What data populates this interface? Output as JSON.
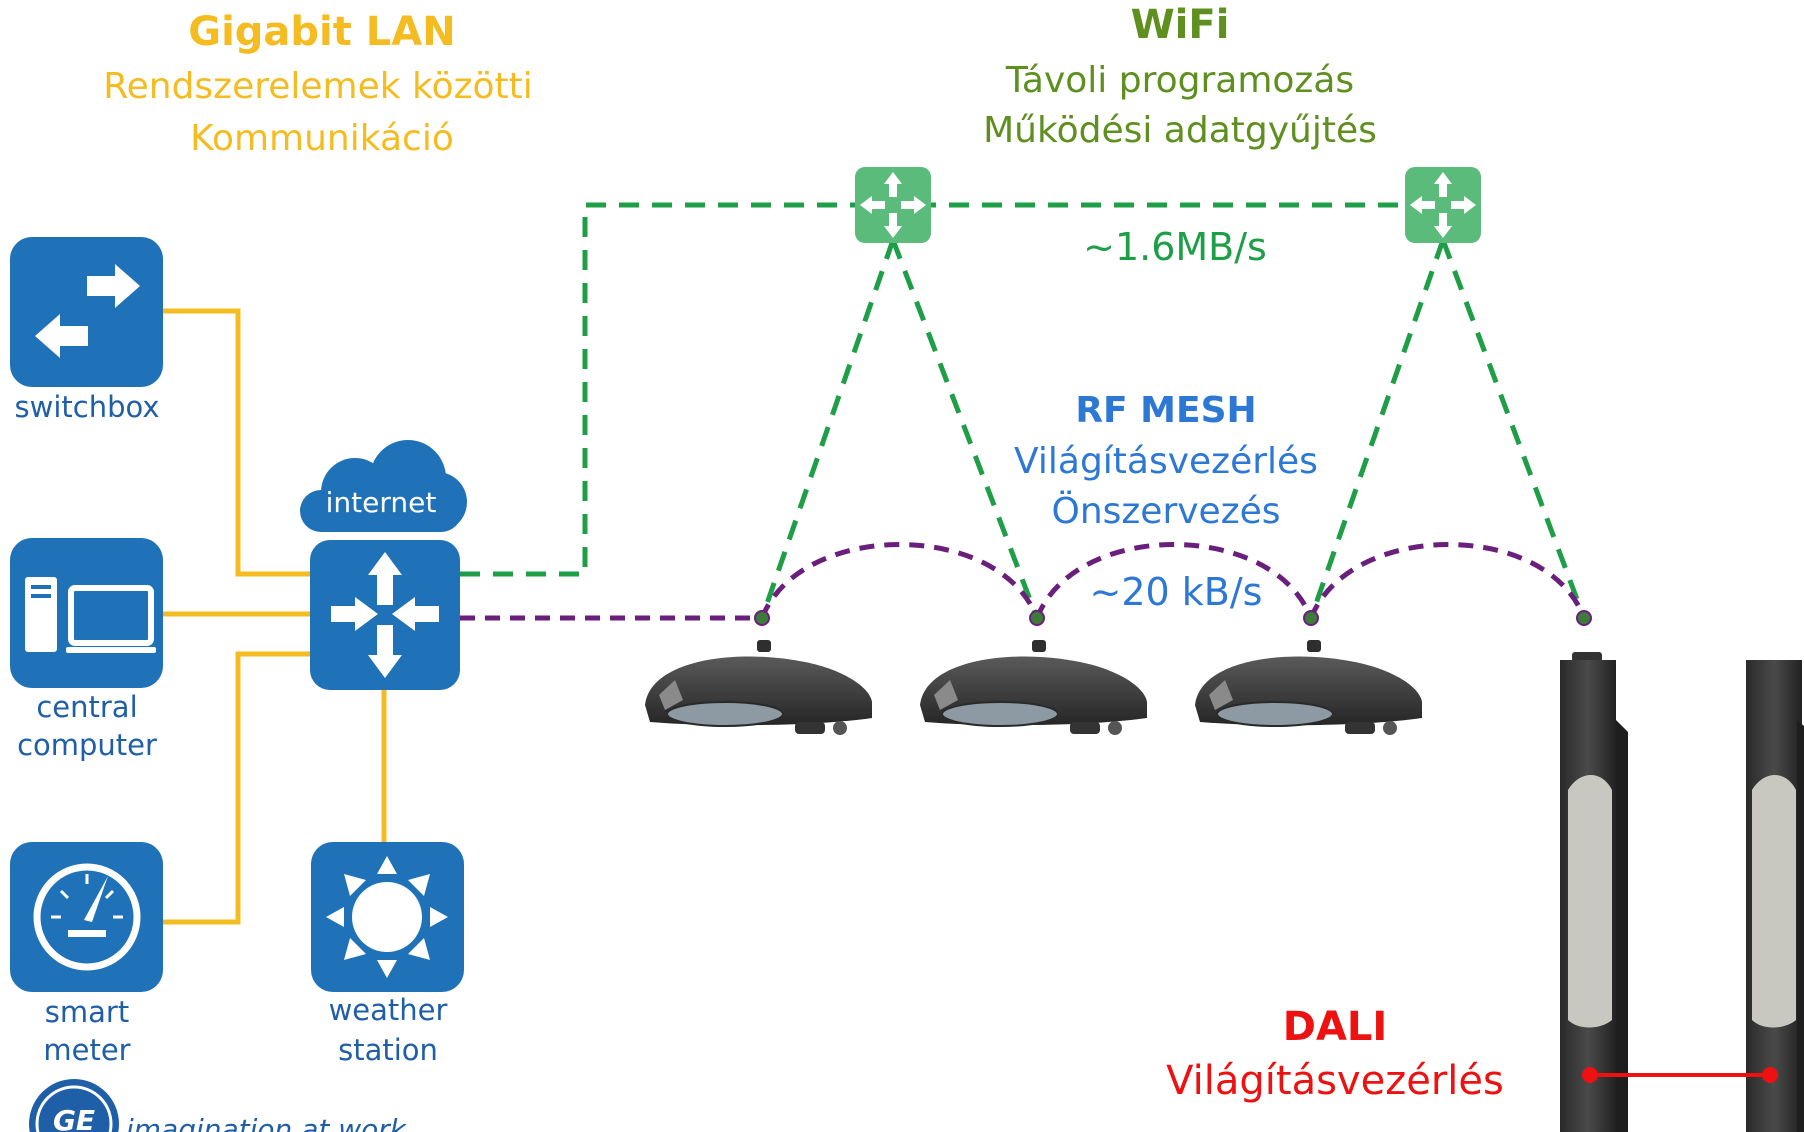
{
  "colors": {
    "lan": "#f5bc22",
    "wifi": "#1e9e47",
    "wifi_title": "#5e8f1f",
    "rf": "#2c78d4",
    "mesh_line": "#6a1f7c",
    "dali": "#ee1111",
    "icon_blue": "#1f71b8",
    "router_green": "#5bbb7b",
    "label_blue": "#1f5fa8",
    "lamp": "#3c3c3c"
  },
  "lan": {
    "title": "Gigabit LAN",
    "line1": "Rendszerelemek közötti",
    "line2": "Kommunikáció"
  },
  "wifi": {
    "title": "WiFi",
    "line1": "Távoli programozás",
    "line2": "Működési adatgyűjtés",
    "speed": "~1.6MB/s"
  },
  "rf": {
    "title": "RF MESH",
    "line1": "Világításvezérlés",
    "line2": "Önszervezés",
    "speed": "~20 kB/s"
  },
  "dali": {
    "title": "DALI",
    "line1": "Világításvezérlés"
  },
  "devices": {
    "switchbox": "switchbox",
    "central_line1": "central",
    "central_line2": "computer",
    "smart_line1": "smart",
    "smart_line2": "meter",
    "weather_line1": "weather",
    "weather_line2": "station",
    "cloud": "internet"
  },
  "logo": {
    "mark": "GE",
    "tagline": "imagination at work"
  },
  "icons": [
    "switch-arrows-icon",
    "computer-icon",
    "gauge-icon",
    "sun-icon",
    "cloud-icon",
    "router-icon",
    "wifi-router-icon",
    "streetlight-icon",
    "bollard-icon",
    "ge-logo"
  ]
}
